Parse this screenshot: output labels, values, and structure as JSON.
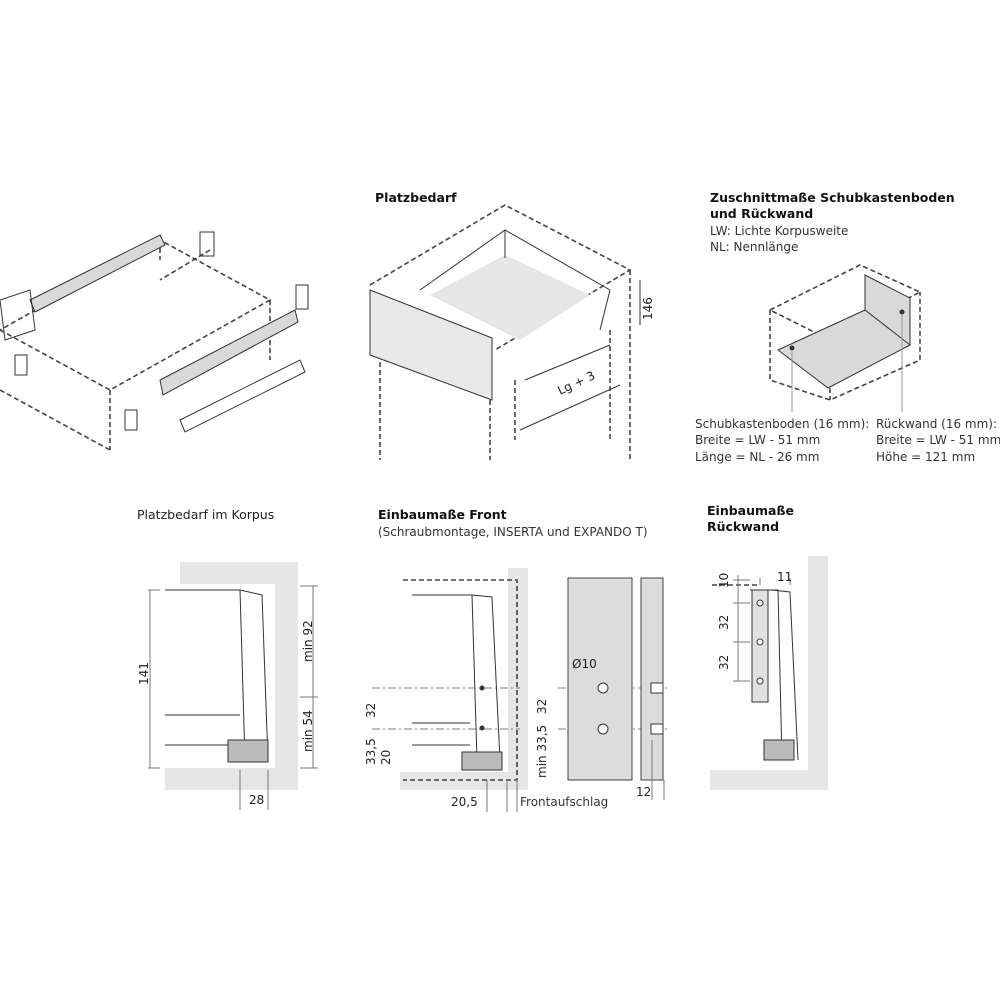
{
  "overview": {},
  "platzbedarf": {
    "title": "Platzbedarf",
    "dim_length": "Lg + 3",
    "dim_height": "146"
  },
  "zuschnitt": {
    "title_line1": "Zuschnittmaße Schubkastenboden",
    "title_line2": "und Rückwand",
    "legend_lw": "LW: Lichte Korpusweite",
    "legend_nl": "NL: Nennlänge",
    "boden": {
      "label": "Schubkastenboden (16 mm):",
      "breite": "Breite = LW - 51 mm",
      "laenge": "Länge = NL - 26 mm"
    },
    "rueckwand": {
      "label": "Rückwand (16 mm):",
      "breite": "Breite = LW - 51 mm",
      "hoehe": "Höhe = 121 mm"
    }
  },
  "korpus": {
    "title": "Platzbedarf im Korpus",
    "dim_141": "141",
    "dim_min92": "min 92",
    "dim_min54": "min 54",
    "dim_28": "28"
  },
  "front": {
    "title": "Einbaumaße Front",
    "subtitle": "(Schraubmontage, INSERTA und EXPANDO T)",
    "dim_32": "32",
    "dim_33_5": "33,5",
    "dim_20": "20",
    "dim_min33_5": "min 33,5",
    "dim_32b": "32",
    "dim_d10": "Ø10",
    "dim_20_5": "20,5",
    "frontaufschlag": "Frontaufschlag",
    "dim_12": "12"
  },
  "rueckwand_einbau": {
    "title_line1": "Einbaumaße",
    "title_line2": "Rückwand",
    "dim_10": "10",
    "dim_11": "11",
    "dim_32a": "32",
    "dim_32b": "32"
  }
}
